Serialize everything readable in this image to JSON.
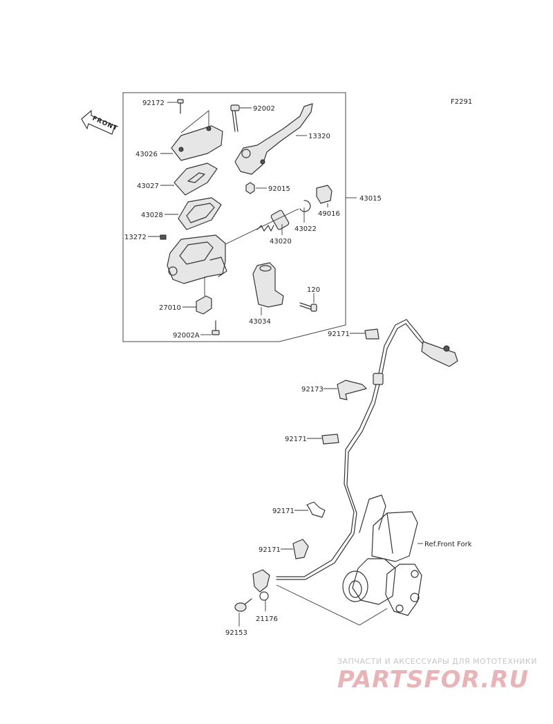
{
  "diagram_code": "F2291",
  "front_label": "FRONT",
  "ref_label": "Ref.Front Fork",
  "parts": {
    "p92172": "92172",
    "p92002": "92002",
    "p13320": "13320",
    "p43026": "43026",
    "p43027": "43027",
    "p92015": "92015",
    "p49016": "49016",
    "p43015": "43015",
    "p43028": "43028",
    "p43022": "43022",
    "p13272": "13272",
    "p43020": "43020",
    "p120": "120",
    "p27010": "27010",
    "p43034": "43034",
    "p92002A": "92002A",
    "p92171a": "92171",
    "p92173": "92173",
    "p92171b": "92171",
    "p92171c": "92171",
    "p92171d": "92171",
    "p21176": "21176",
    "p92153": "92153"
  },
  "watermark": {
    "subtitle": "ЗАПЧАСТИ И АКСЕССУАРЫ ДЛЯ МОТОТЕХНИКИ",
    "logo": "PARTSFOR.RU"
  }
}
